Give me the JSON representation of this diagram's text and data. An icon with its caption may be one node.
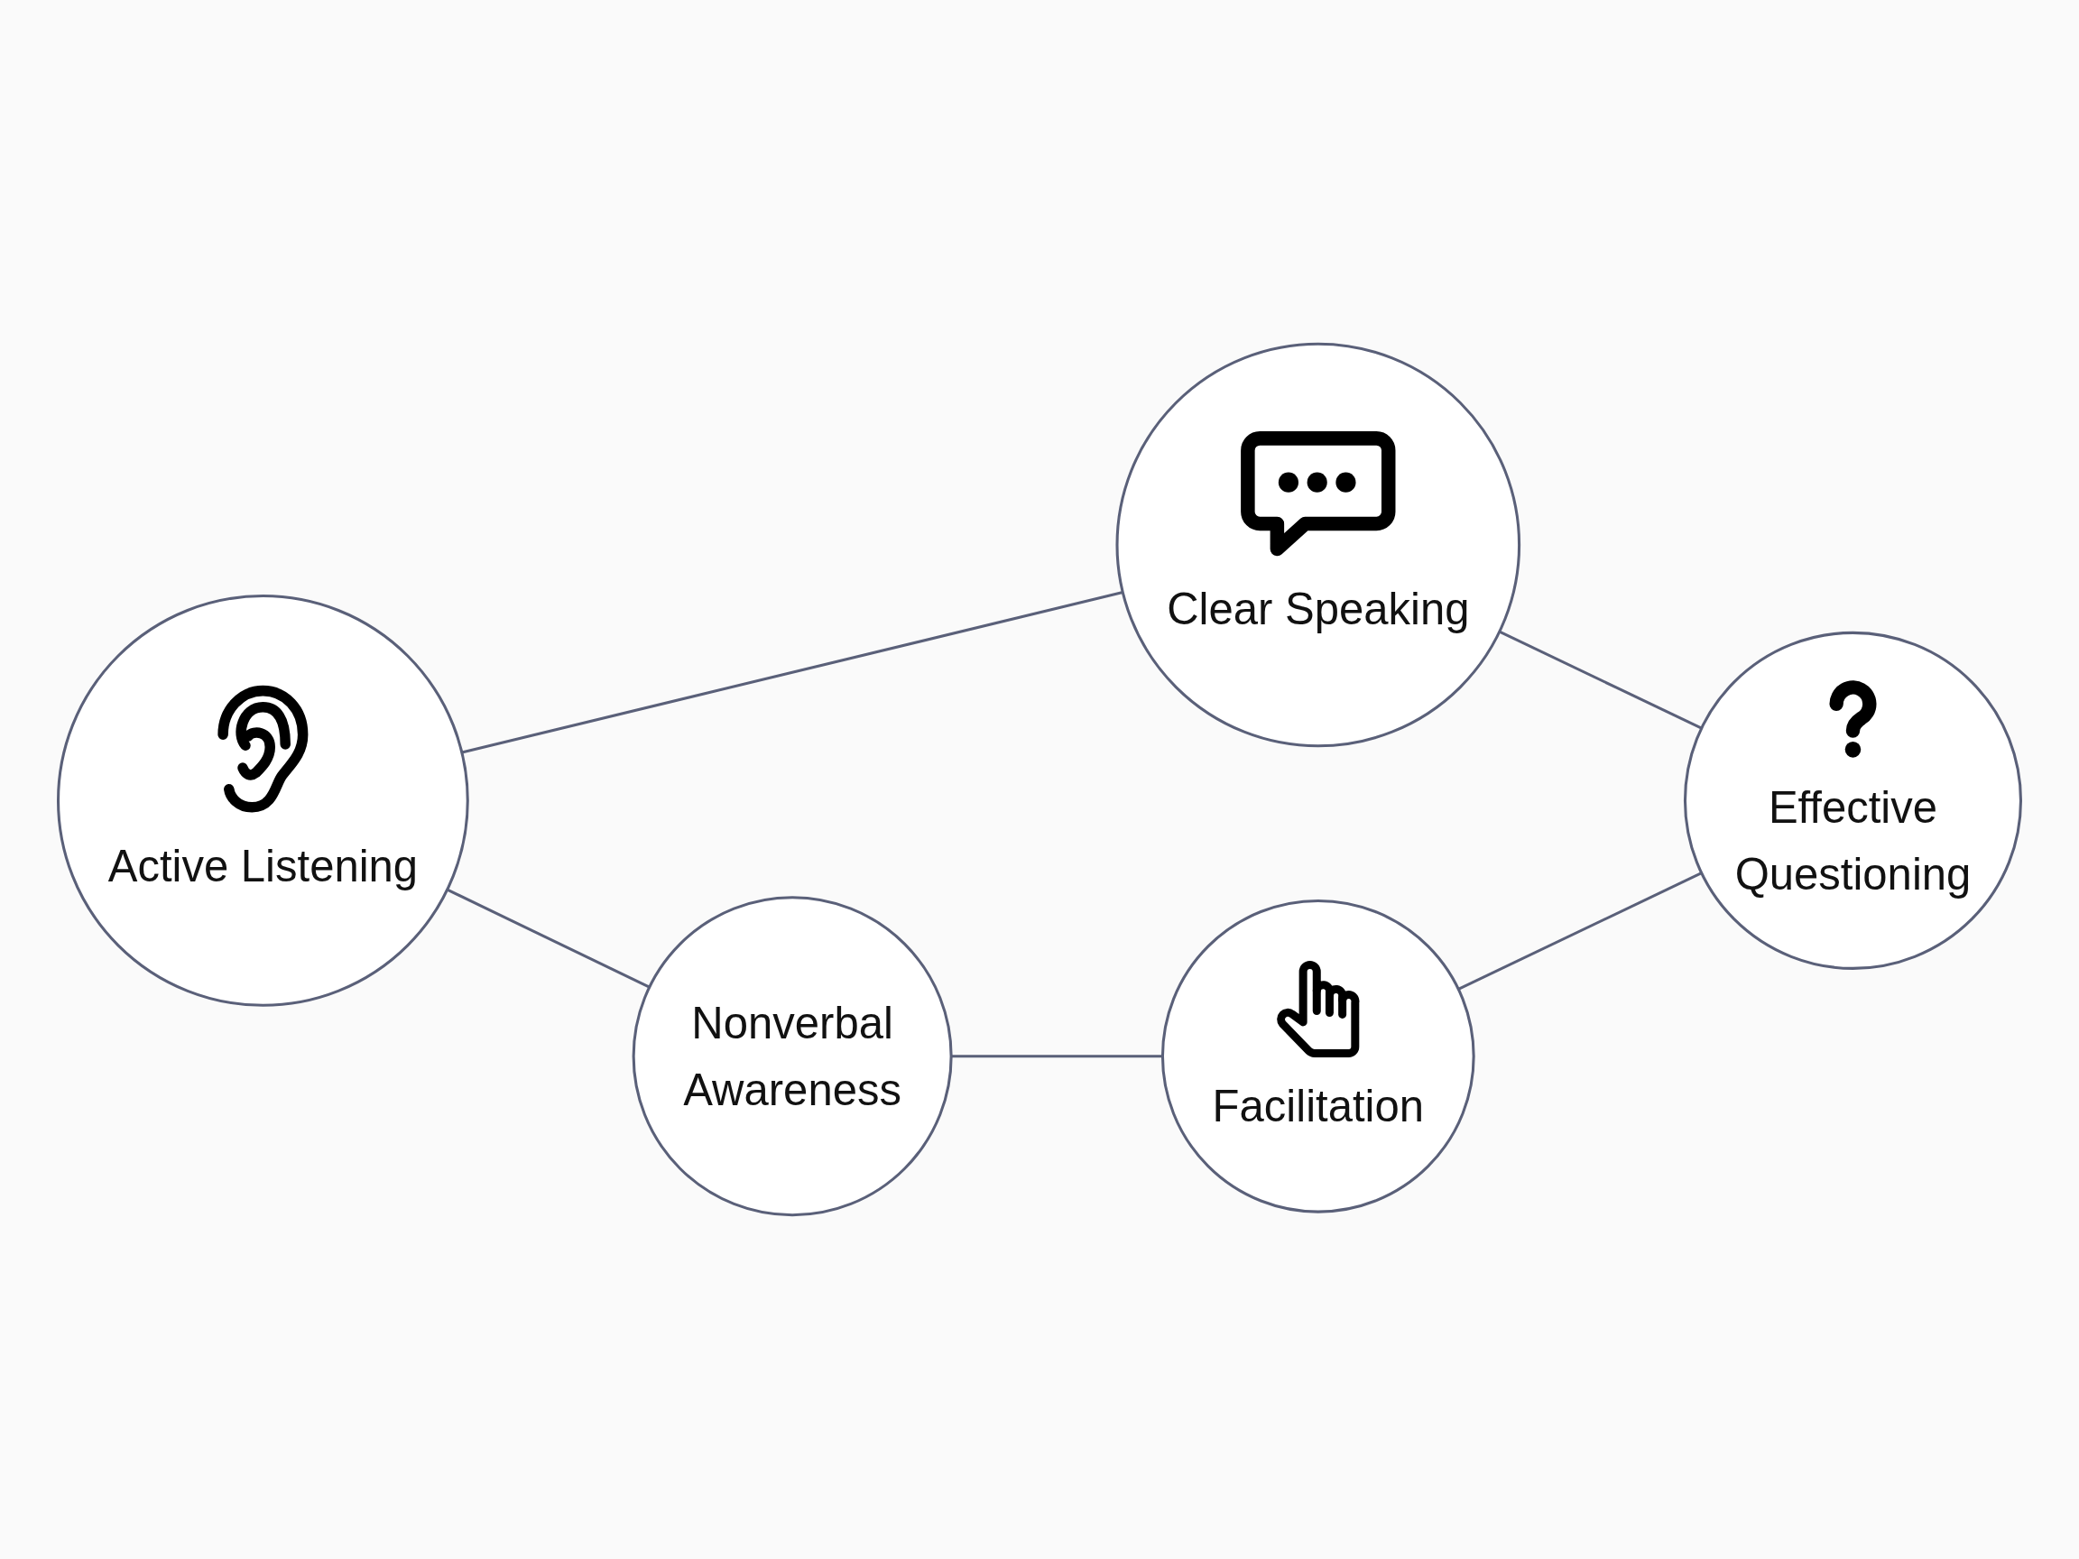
{
  "diagram": {
    "nodes": [
      {
        "text": [
          "Clear Speaking"
        ]
      },
      {
        "text": [
          "Active Listening"
        ]
      },
      {
        "text": [
          "Effective Questioning"
        ]
      },
      {
        "text": [
          "Nonverbal Awareness"
        ]
      },
      {
        "text": [
          "Facilitation"
        ]
      }
    ],
    "edges": [
      {
        "from": 1,
        "to": 0,
        "arrow": "none"
      },
      {
        "from": 0,
        "to": 2,
        "arrow": "none"
      },
      {
        "from": 4,
        "to": 2,
        "arrow": "none"
      },
      {
        "from": 3,
        "to": 4,
        "arrow": "none"
      },
      {
        "from": 1,
        "to": 3,
        "arrow": "none"
      }
    ]
  }
}
